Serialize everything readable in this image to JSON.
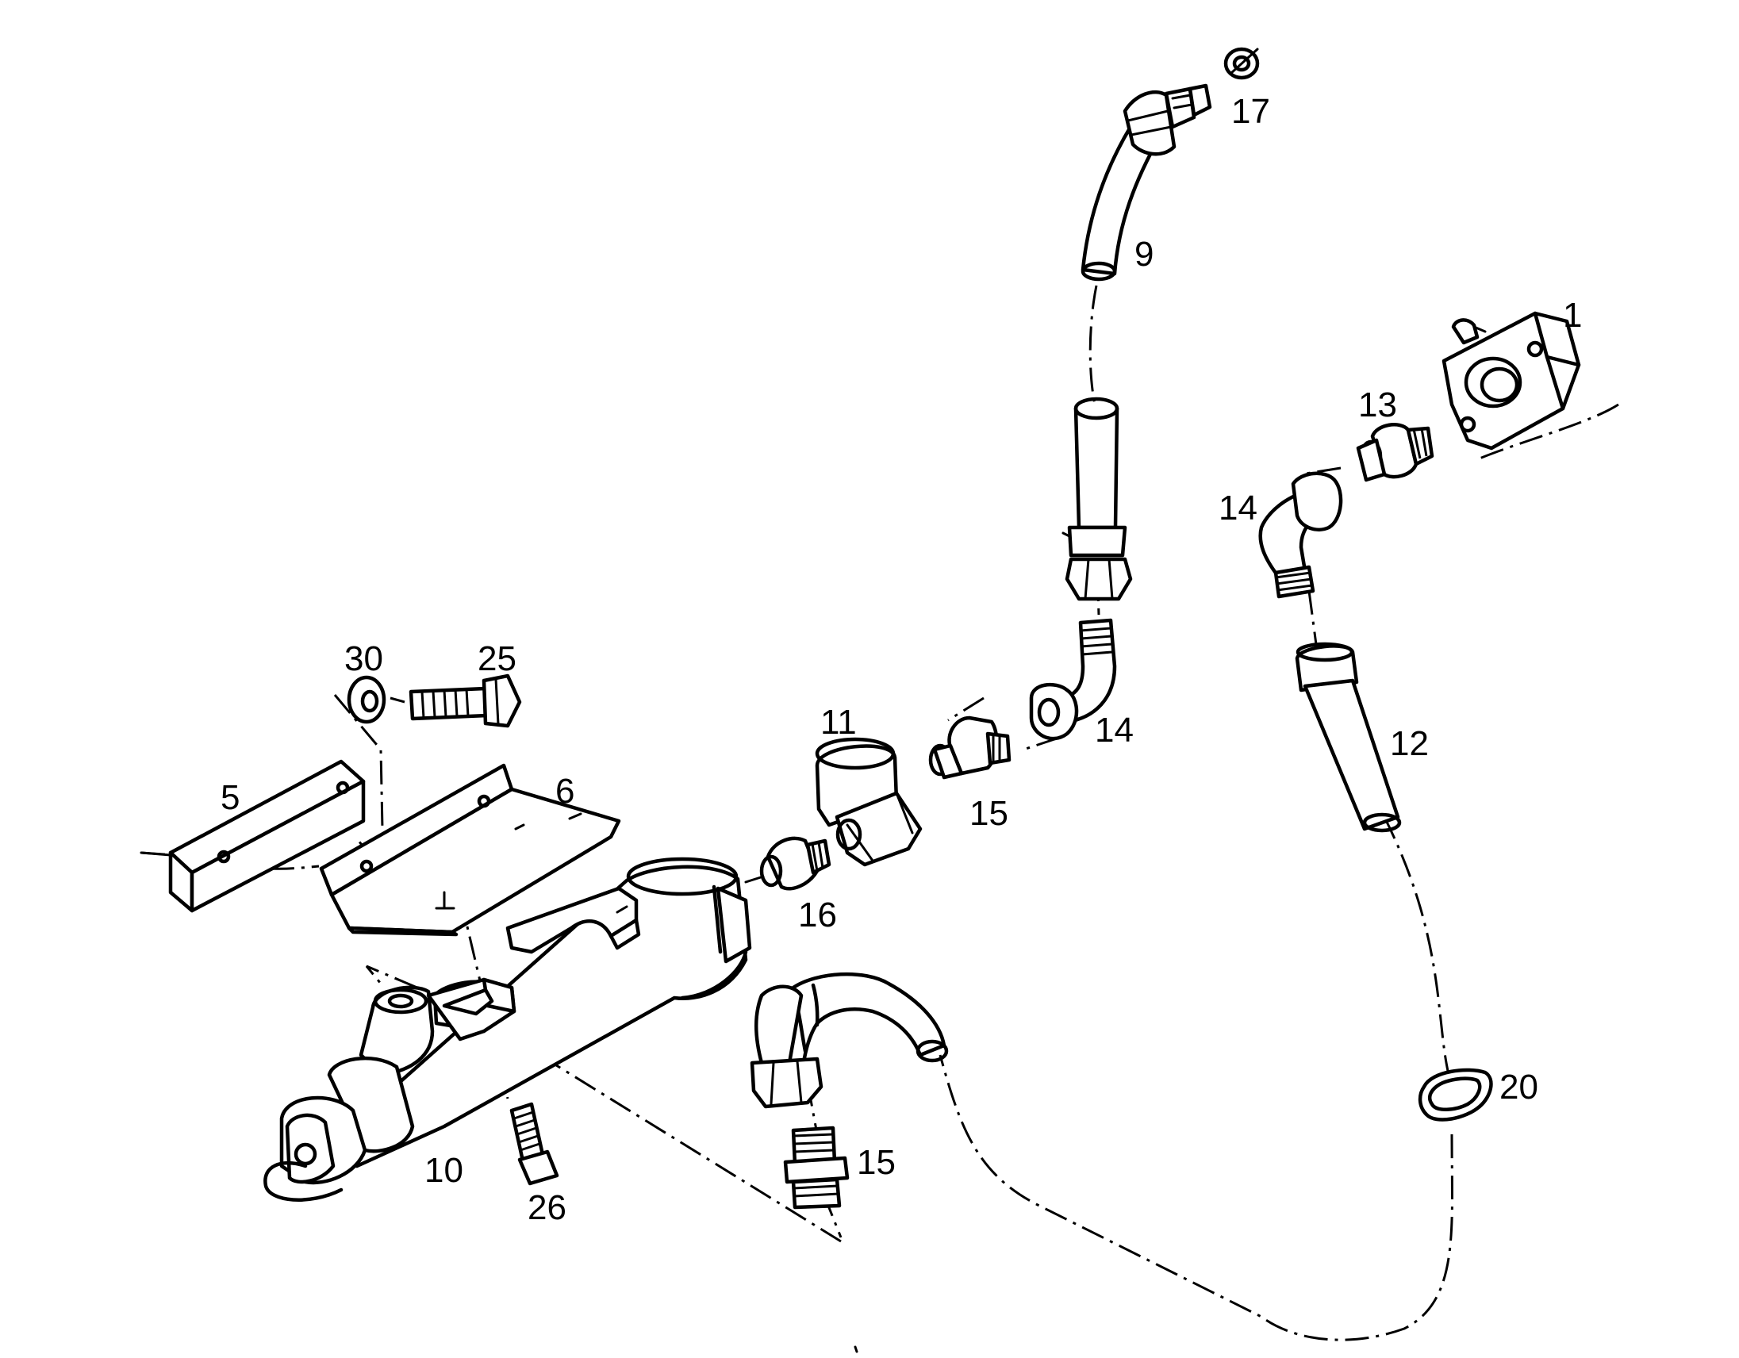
{
  "callouts": {
    "p1": "1",
    "p5": "5",
    "p6": "6",
    "p9": "9",
    "p10": "10",
    "p11": "11",
    "p12": "12",
    "p13": "13",
    "p14a": "14",
    "p14b": "14",
    "p15a": "15",
    "p15b": "15",
    "p16": "16",
    "p17": "17",
    "p20": "20",
    "p25": "25",
    "p26": "26",
    "p30": "30"
  }
}
